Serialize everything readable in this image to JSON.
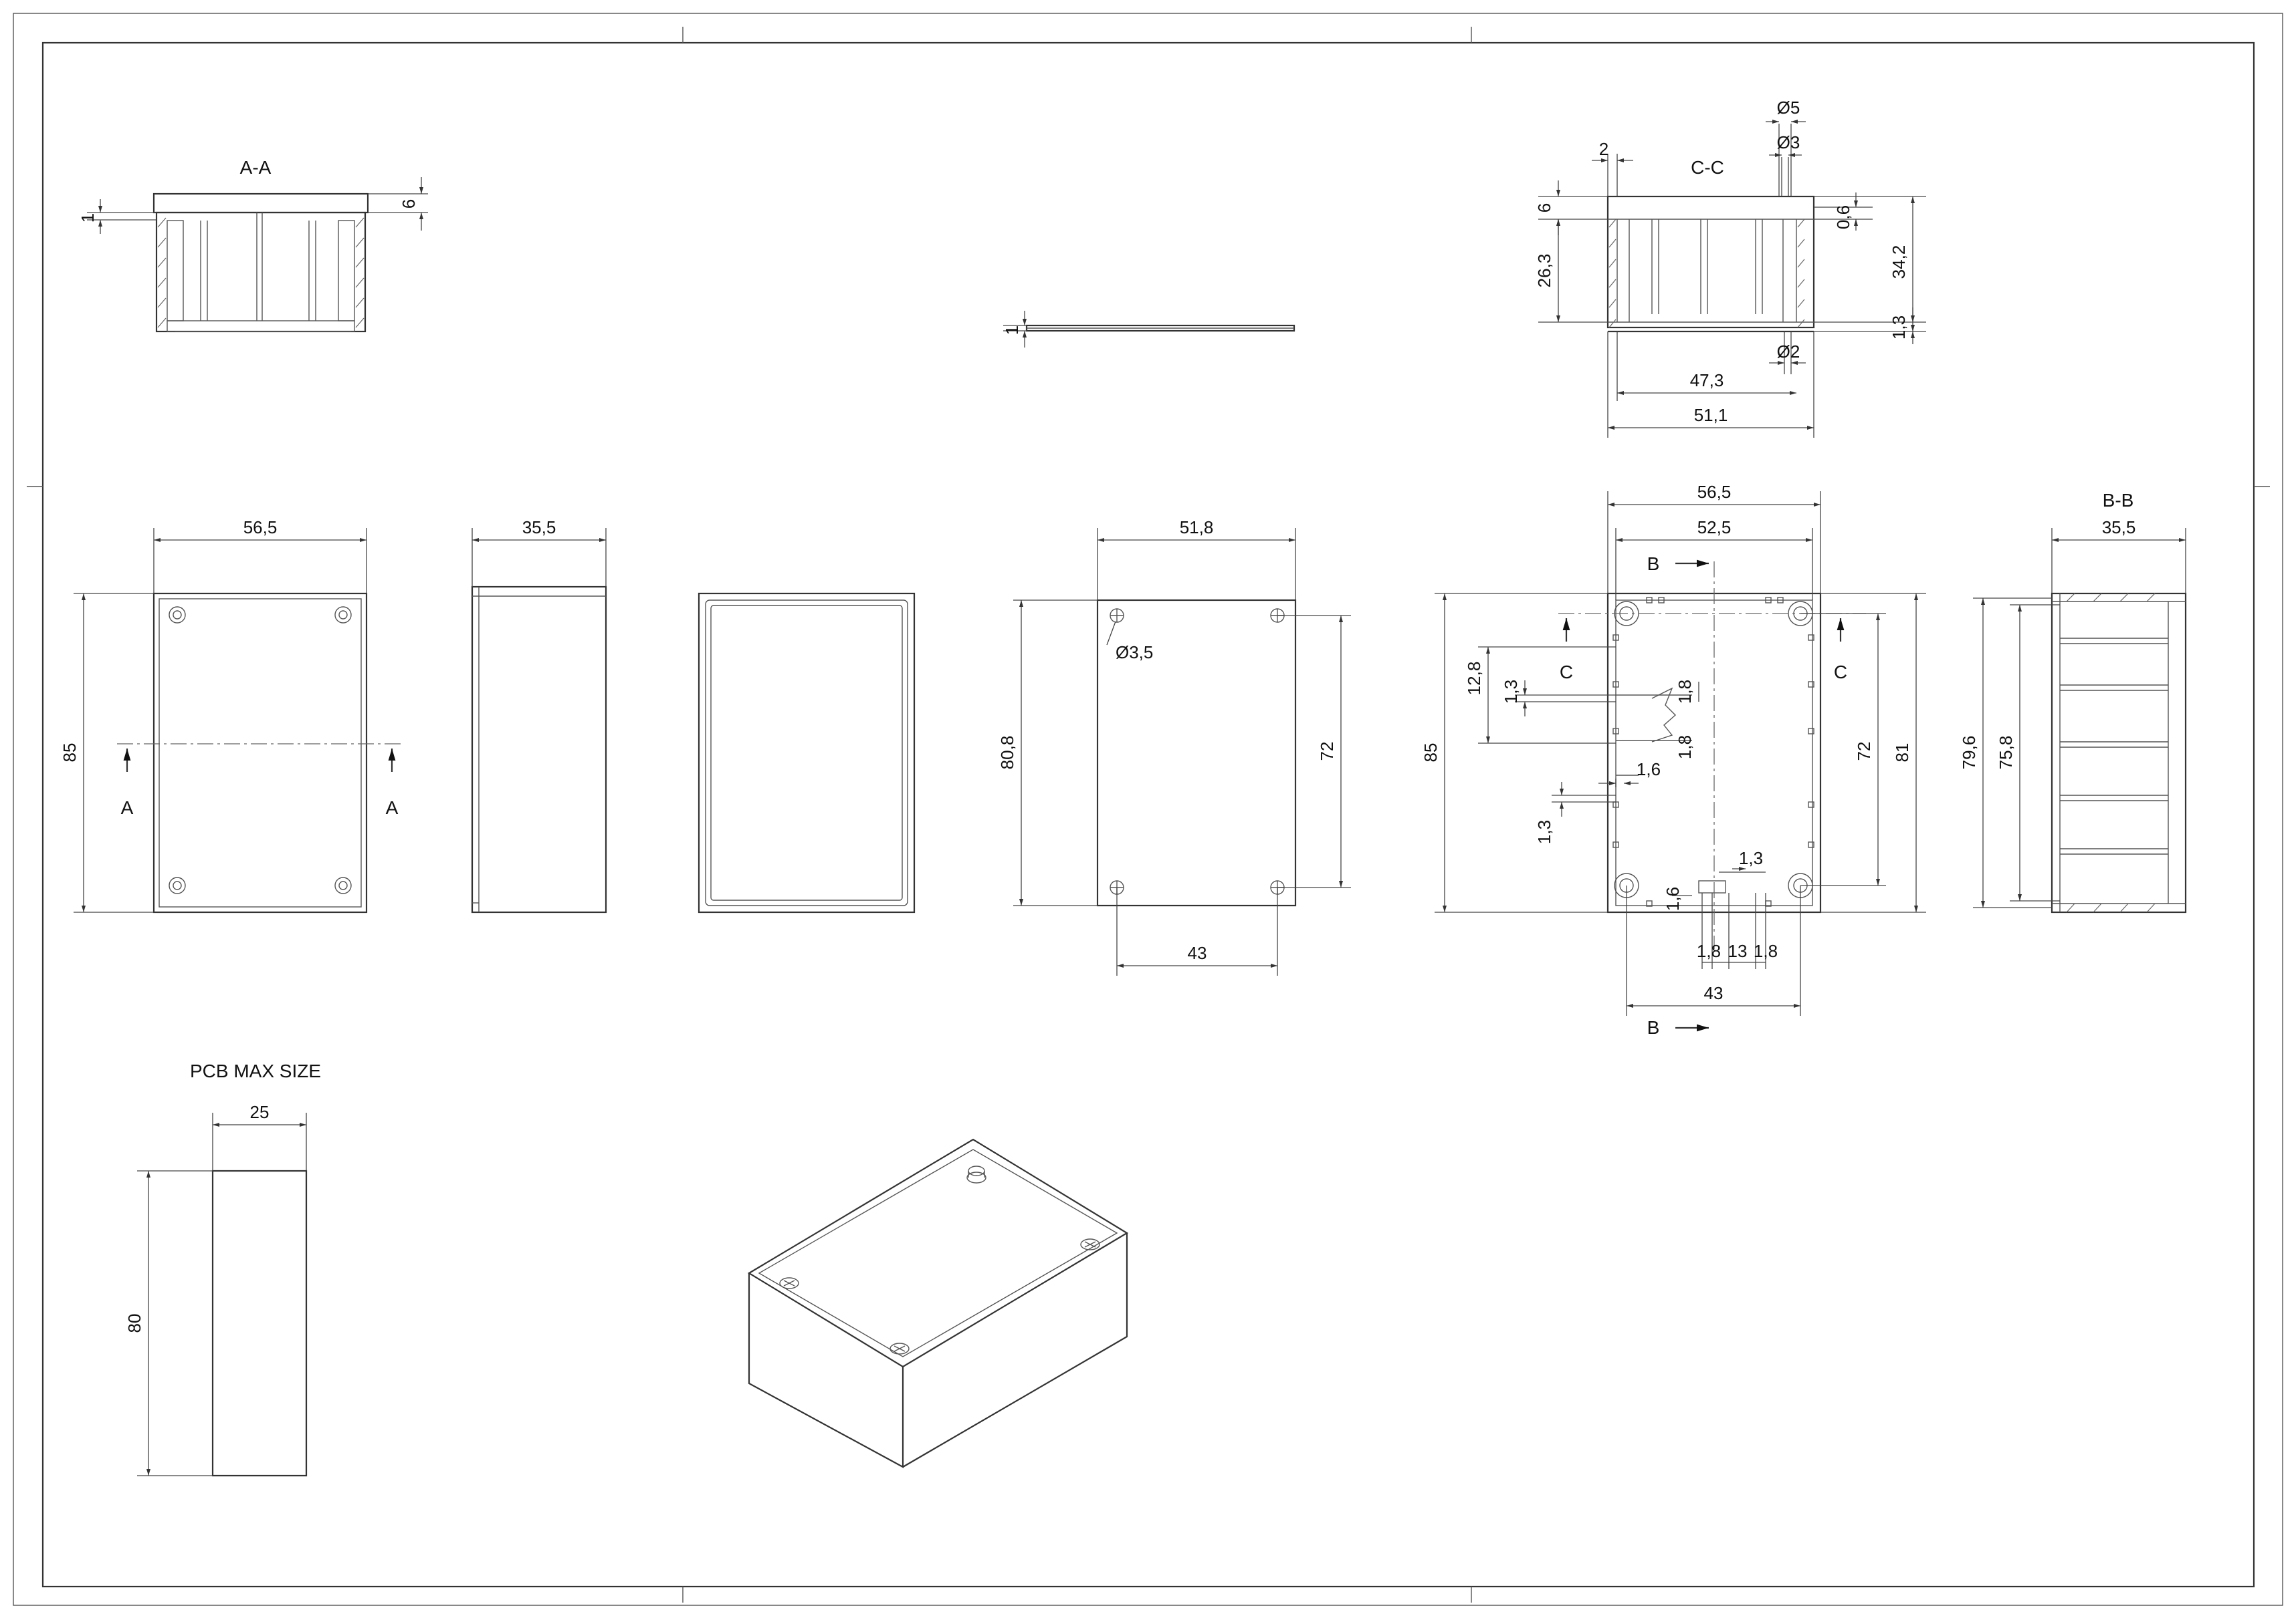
{
  "sections": {
    "aa": "A-A",
    "cc": "C-C",
    "bb": "B-B",
    "a_mark": "A",
    "b_mark": "B",
    "c_mark": "C"
  },
  "pcb_title": "PCB MAX SIZE",
  "dimensions": {
    "d_1": "1",
    "d_6": "6",
    "d_2": "2",
    "d_0_6": "0,6",
    "d_26_3": "26,3",
    "d_34_2": "34,2",
    "d_1_3": "1,3",
    "d_47_3": "47,3",
    "d_51_1": "51,1",
    "d_phi5": "Ø5",
    "d_phi3": "Ø3",
    "d_phi2": "Ø2",
    "d_phi3_5": "Ø3,5",
    "d_56_5": "56,5",
    "d_52_5": "52,5",
    "d_35_5": "35,5",
    "d_51_8": "51,8",
    "d_85": "85",
    "d_80_8": "80,8",
    "d_72": "72",
    "d_81": "81",
    "d_43": "43",
    "d_12_8": "12,8",
    "d_1_8": "1,8",
    "d_1_6": "1,6",
    "d_13": "13",
    "d_79_6": "79,6",
    "d_75_8": "75,8",
    "d_25": "25",
    "d_80": "80"
  }
}
